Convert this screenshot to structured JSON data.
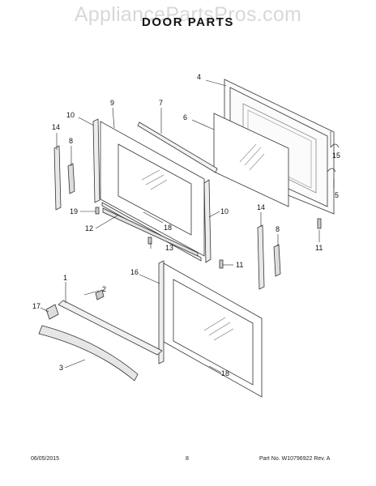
{
  "header": {
    "watermark": "AppliancePartsPros.com",
    "title": "DOOR PARTS"
  },
  "callouts": [
    {
      "id": "c4",
      "label": "4"
    },
    {
      "id": "c9",
      "label": "9"
    },
    {
      "id": "c7",
      "label": "7"
    },
    {
      "id": "c10a",
      "label": "10"
    },
    {
      "id": "c6",
      "label": "6"
    },
    {
      "id": "c14a",
      "label": "14"
    },
    {
      "id": "c8a",
      "label": "8"
    },
    {
      "id": "c15",
      "label": "15"
    },
    {
      "id": "c5",
      "label": "5"
    },
    {
      "id": "c19",
      "label": "19"
    },
    {
      "id": "c18a",
      "label": "18"
    },
    {
      "id": "c12",
      "label": "12"
    },
    {
      "id": "c10b",
      "label": "10"
    },
    {
      "id": "c14b",
      "label": "14"
    },
    {
      "id": "c13",
      "label": "13"
    },
    {
      "id": "c11a",
      "label": "11"
    },
    {
      "id": "c8b",
      "label": "8"
    },
    {
      "id": "c11b",
      "label": "11"
    },
    {
      "id": "c16",
      "label": "16"
    },
    {
      "id": "c1",
      "label": "1"
    },
    {
      "id": "c2",
      "label": "2"
    },
    {
      "id": "c17",
      "label": "17"
    },
    {
      "id": "c3",
      "label": "3"
    },
    {
      "id": "c18b",
      "label": "18"
    }
  ],
  "footer": {
    "date": "06/05/2015",
    "page": "8",
    "part_number": "Part No. W10796922  Rev. A"
  }
}
